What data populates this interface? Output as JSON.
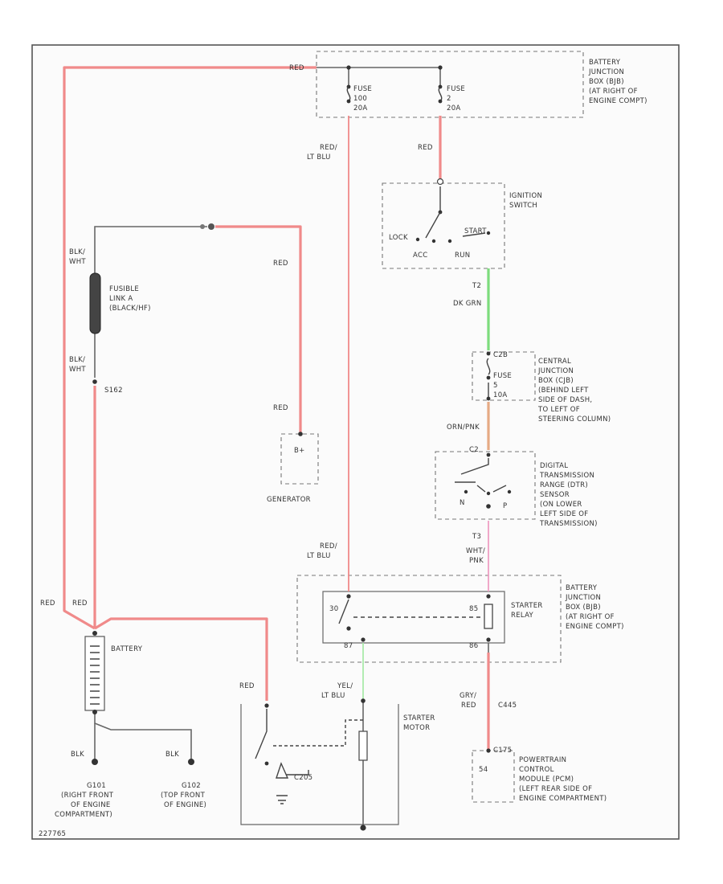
{
  "colors": {
    "red_wire": "#f08a8a",
    "green_wire": "#7ddc7d",
    "orange_wire": "#e6aa84",
    "pink_wire": "#ef9fc4",
    "light_green_wire": "#aaeaaa",
    "gray_wire": "#666666"
  },
  "wire_labels": {
    "red_top": "RED",
    "red_lt_blu_top": [
      "RED/",
      "LT BLU"
    ],
    "red_fuse2": "RED",
    "red_fusible": "RED",
    "blk_wht_upper": [
      "BLK/",
      "WHT"
    ],
    "blk_wht_lower": [
      "BLK/",
      "WHT"
    ],
    "splice": "S162",
    "red_generator": "RED",
    "t2": "T2",
    "dk_grn": "DK GRN",
    "orn_pnk": "ORN/PNK",
    "t3": "T3",
    "wht_pnk": [
      "WHT/",
      "PNK"
    ],
    "red_lt_blu_mid": [
      "RED/",
      "LT BLU"
    ],
    "red_left_1": "RED",
    "red_left_2": "RED",
    "red_starter": "RED",
    "yel_lt_blu": [
      "YEL/",
      "LT BLU"
    ],
    "gry_red": [
      "GRY/",
      "RED"
    ],
    "c445": "C445",
    "c205": "C205",
    "blk_1": "BLK",
    "blk_2": "BLK"
  },
  "components": {
    "battery_junction_top": [
      "BATTERY",
      "JUNCTION",
      "BOX (BJB)",
      "(AT RIGHT OF",
      "ENGINE COMPT)"
    ],
    "fuse_100": [
      "FUSE",
      "100",
      "20A"
    ],
    "fuse_2": [
      "FUSE",
      "2",
      "20A"
    ],
    "ignition_switch": [
      "IGNITION",
      "SWITCH"
    ],
    "ign_positions": {
      "lock": "LOCK",
      "start": "START",
      "acc": "ACC",
      "run": "RUN"
    },
    "fusible_link": [
      "FUSIBLE",
      "LINK A",
      "(BLACK/HF)"
    ],
    "central_junction": [
      "CENTRAL",
      "JUNCTION",
      "BOX (CJB)",
      "(BEHIND LEFT",
      "SIDE OF DASH,",
      "TO LEFT OF",
      "STEERING COLUMN)"
    ],
    "fuse_5": [
      "FUSE",
      "5",
      "10A"
    ],
    "cjb_pin": "C2B",
    "dtr": [
      "DIGITAL",
      "TRANSMISSION",
      "RANGE (DTR)",
      "SENSOR",
      "(ON LOWER",
      "LEFT SIDE OF",
      "TRANSMISSION)"
    ],
    "dtr_pins": {
      "top": "C2",
      "n": "N",
      "p": "P"
    },
    "generator": "GENERATOR",
    "generator_term": "B+",
    "battery_junction_mid": [
      "BATTERY",
      "JUNCTION",
      "BOX (BJB)",
      "(AT RIGHT OF",
      "ENGINE COMPT)"
    ],
    "starter_relay": [
      "STARTER",
      "RELAY"
    ],
    "relay_pins": {
      "p30": "30",
      "p87": "87",
      "p85": "85",
      "p86": "86"
    },
    "battery": "BATTERY",
    "starter_motor": [
      "STARTER",
      "MOTOR"
    ],
    "c205_mid": "C205",
    "pcm": [
      "POWERTRAIN",
      "CONTROL",
      "MODULE (PCM)",
      "(LEFT REAR SIDE OF",
      "ENGINE COMPARTMENT)"
    ],
    "pcm_pin": "54",
    "pcm_conn": "C175",
    "ground_g101": [
      "G101",
      "(RIGHT FRONT",
      "OF ENGINE",
      "COMPARTMENT)"
    ],
    "ground_g102": [
      "G102",
      "(TOP FRONT",
      "OF ENGINE)"
    ]
  },
  "footer": "227765"
}
